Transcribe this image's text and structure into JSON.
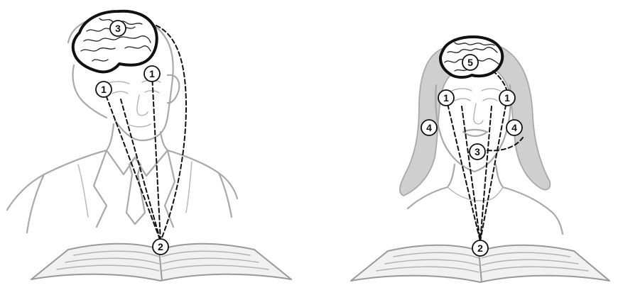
{
  "figures": [
    {
      "name": "man-reader",
      "markers": [
        "3",
        "1",
        "1",
        "2"
      ]
    },
    {
      "name": "woman-reader",
      "markers": [
        "5",
        "1",
        "1",
        "4",
        "4",
        "3",
        "2"
      ]
    }
  ],
  "colors": {
    "sketch": "#a9a9a9",
    "hair": "#cfcfcf",
    "dashed_path": "#111111",
    "brain": "#111111",
    "marker_fill": "#ffffff"
  }
}
